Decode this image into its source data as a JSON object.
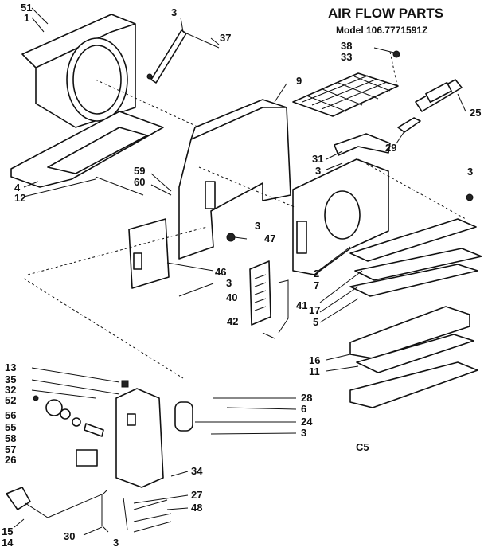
{
  "header": {
    "title": "AIR FLOW PARTS",
    "model": "Model 106.7771591Z"
  },
  "footer": {
    "code": "C5"
  },
  "callouts": [
    "51",
    "1",
    "3",
    "37",
    "38",
    "33",
    "9",
    "25",
    "29",
    "31",
    "3",
    "3",
    "59",
    "60",
    "4",
    "12",
    "3",
    "47",
    "46",
    "3",
    "40",
    "2",
    "7",
    "17",
    "5",
    "41",
    "42",
    "16",
    "11",
    "13",
    "35",
    "32",
    "52",
    "56",
    "55",
    "58",
    "57",
    "26",
    "28",
    "6",
    "24",
    "3",
    "34",
    "27",
    "48",
    "15",
    "14",
    "30",
    "3"
  ],
  "colors": {
    "ink": "#111111",
    "paper": "#ffffff"
  }
}
